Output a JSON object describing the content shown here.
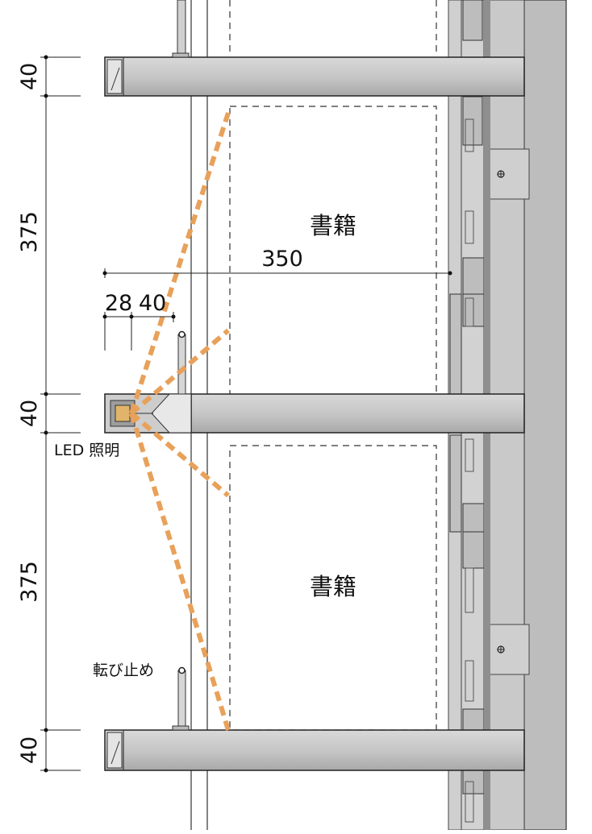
{
  "dimensions": {
    "top_shelf_thickness": "40",
    "upper_gap": "375",
    "middle_shelf_thickness": "40",
    "lower_gap": "375",
    "bottom_shelf_thickness": "40",
    "shelf_depth": "350",
    "led_offset": "28",
    "led_width": "40"
  },
  "labels": {
    "books_upper": "書籍",
    "books_lower": "書籍",
    "led_lighting": "LED 照明",
    "anti_fall_stop": "転び止め"
  },
  "colors": {
    "panel_gray": "#c8c8c8",
    "panel_dark": "#9a9a9a",
    "wall_gray": "#b9b9b9",
    "light_beam": "#e8a15a",
    "led_bulb": "#e0b46a",
    "line": "#222222"
  }
}
